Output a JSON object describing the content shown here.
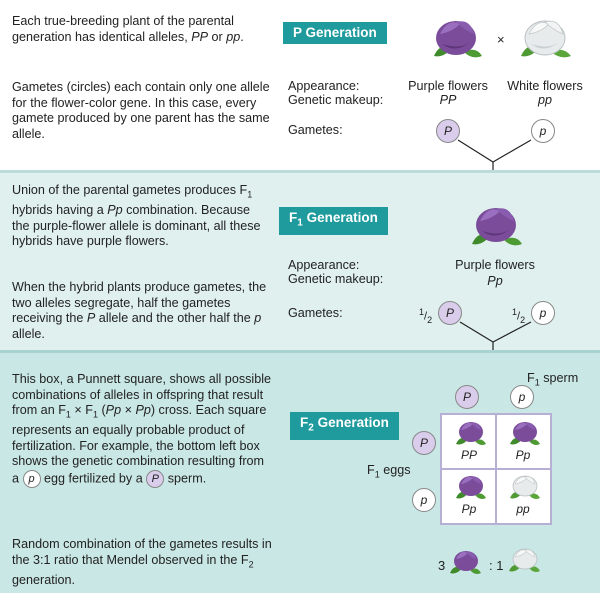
{
  "panel1": {
    "text_a": "Each true-breeding plant of the parental generation has identical alleles, PP or pp.",
    "text_b": "Gametes (circles) each contain only one allele for the flower-color gene. In this case, every gamete produced by one parent has the same allele.",
    "badge": "P Generation",
    "appearance_label": "Appearance:",
    "makeup_label": "Genetic makeup:",
    "gametes_label": "Gametes:",
    "cross": "×",
    "purple_appearance": "Purple flowers",
    "white_appearance": "White flowers",
    "purple_makeup": "PP",
    "white_makeup": "pp",
    "gamete_left": "P",
    "gamete_right": "p"
  },
  "panel2": {
    "text_a": "Union of the parental gametes produces F1 hybrids having a Pp combination. Because the purple-flower allele is dominant, all these hybrids have purple flowers.",
    "text_b": "When the hybrid plants produce gametes, the two alleles segregate, half the gametes receiving the P allele and the other half the p allele.",
    "badge_main": "F",
    "badge_sub": "1",
    "badge_rest": " Generation",
    "appearance_label": "Appearance:",
    "makeup_label": "Genetic makeup:",
    "gametes_label": "Gametes:",
    "appearance": "Purple flowers",
    "makeup": "Pp",
    "half": "1/2",
    "gamete_left": "P",
    "gamete_right": "p"
  },
  "panel3": {
    "text_a": "This box, a Punnett square, shows all possible combinations of alleles in offspring that result from an F1 × F1 (Pp × Pp) cross. Each square represents an equally probable product of fertilization. For example, the bottom left box shows the genetic combination resulting from a p egg fertilized by a P sperm.",
    "text_b": "Random combination of the gametes results in the 3:1 ratio that Mendel observed in the F2 generation.",
    "badge_main": "F",
    "badge_sub": "2",
    "badge_rest": " Generation",
    "sperm_label": "F",
    "sperm_sub": "1",
    "sperm_rest": " sperm",
    "eggs_label": "F",
    "eggs_sub": "1",
    "eggs_rest": " eggs",
    "sperm_gametes": [
      "P",
      "p"
    ],
    "egg_gametes": [
      "P",
      "p"
    ],
    "cells": [
      "PP",
      "Pp",
      "Pp",
      "pp"
    ],
    "ratio_left": "3",
    "ratio_mid": ": 1"
  },
  "colors": {
    "teal_badge": "#1f9a9d",
    "purple_flower": "#8b5aa8",
    "white_flower": "#e9ecec",
    "purple_gamete": "#d9cdeb"
  }
}
